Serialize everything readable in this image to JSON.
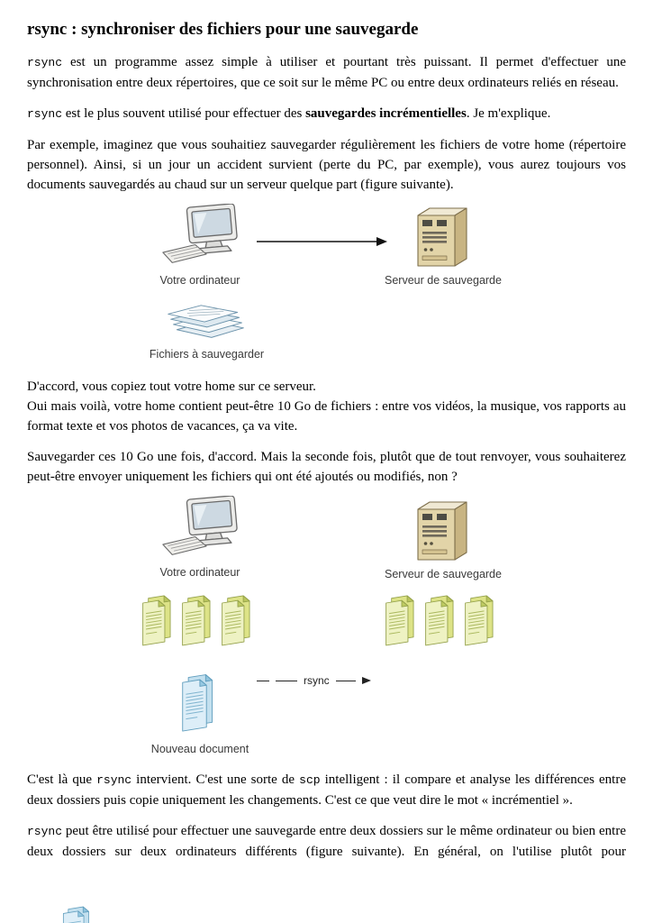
{
  "page": {
    "title": "rsync : synchroniser des fichiers pour une sauvegarde"
  },
  "paragraphs": {
    "p1": [
      {
        "s": "mono",
        "t": "rsync"
      },
      {
        "s": "normal",
        "t": " est un programme assez simple à utiliser et pourtant très puissant. Il permet d'effectuer une synchronisation entre deux répertoires, que ce soit sur le même PC ou entre deux ordinateurs reliés en réseau."
      }
    ],
    "p2": [
      {
        "s": "mono",
        "t": "rsync"
      },
      {
        "s": "normal",
        "t": " est le plus souvent utilisé pour effectuer des "
      },
      {
        "s": "bold",
        "t": "sauvegardes incrémentielles"
      },
      {
        "s": "normal",
        "t": ". Je m'explique."
      }
    ],
    "p3": [
      {
        "s": "normal",
        "t": "Par exemple, imaginez que vous souhaitiez sauvegarder régulièrement les fichiers de votre home (répertoire personnel). Ainsi, si un jour un accident survient (perte du PC, par exemple), vous aurez toujours vos documents sauvegardés au chaud sur un serveur quelque part (figure suivante)."
      }
    ],
    "p4": [
      {
        "s": "normal",
        "t": "D'accord, vous copiez tout votre home sur ce serveur."
      },
      {
        "s": "br"
      },
      {
        "s": "normal",
        "t": "Oui mais voilà, votre home contient peut-être 10 Go de fichiers : entre vos vidéos, la musique, vos rapports au format texte et vos photos de vacances, ça va vite."
      }
    ],
    "p5": [
      {
        "s": "normal",
        "t": "Sauvegarder ces 10 Go une fois, d'accord. Mais la seconde fois, plutôt que de tout renvoyer, vous souhaiterez peut-être envoyer uniquement les fichiers qui ont été ajoutés ou modifiés, non ?"
      }
    ],
    "p6": [
      {
        "s": "normal",
        "t": "C'est là que "
      },
      {
        "s": "mono",
        "t": "rsync"
      },
      {
        "s": "normal",
        "t": " intervient. C'est une sorte de "
      },
      {
        "s": "mono",
        "t": "scp"
      },
      {
        "s": "normal",
        "t": " intelligent : il compare et analyse les différences entre deux dossiers puis copie uniquement les changements. C'est ce que veut dire le mot « incrémentiel »."
      }
    ],
    "p7": [
      {
        "s": "mono",
        "t": "rsync"
      },
      {
        "s": "normal",
        "t": " peut être utilisé pour effectuer une sauvegarde entre deux dossiers sur le même ordinateur ou bien entre deux dossiers sur deux ordinateurs différents (figure suivante). En général, on l'utilise plutôt pour"
      }
    ]
  },
  "figure1": {
    "computer_label": "Votre ordinateur",
    "server_label": "Serveur de sauvegarde",
    "files_label": "Fichiers à sauvegarder"
  },
  "figure2": {
    "computer_label": "Votre ordinateur",
    "server_label": "Serveur de sauvegarde",
    "arrow_label": "rsync",
    "new_document_label": "Nouveau document"
  },
  "icons": [
    "computer-icon",
    "server-icon",
    "files-stack-icon",
    "arrow-icon",
    "dashed-arrow-icon",
    "document-icon",
    "new-document-icon"
  ],
  "colors": {
    "document_green": "#eef2c3",
    "document_blue": "#ddeef8",
    "server_beige": "#e2d4a8",
    "text": "#000000",
    "label_gray": "#3a3a3a"
  }
}
